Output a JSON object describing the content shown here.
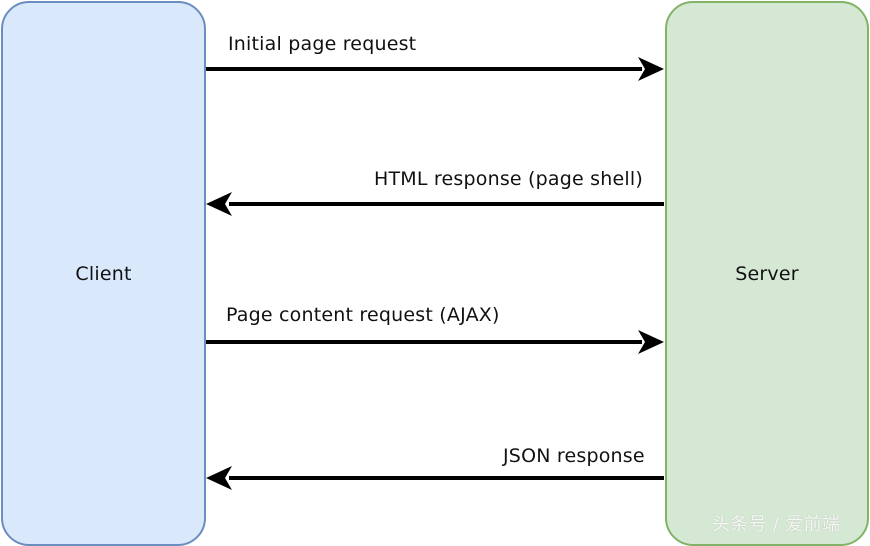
{
  "diagram": {
    "client_label": "Client",
    "server_label": "Server",
    "messages": [
      {
        "label": "Initial page request",
        "direction": "client-to-server"
      },
      {
        "label": "HTML  response (page shell)",
        "direction": "server-to-client"
      },
      {
        "label": "Page content request (AJAX)",
        "direction": "client-to-server"
      },
      {
        "label": "JSON response",
        "direction": "server-to-client"
      }
    ],
    "colors": {
      "client_fill": "#dae8fc",
      "client_border": "#6c8ebf",
      "server_fill": "#d5e8d4",
      "server_border": "#82b366",
      "arrow": "#000000"
    }
  },
  "watermark": "头条号 / 爱前端"
}
